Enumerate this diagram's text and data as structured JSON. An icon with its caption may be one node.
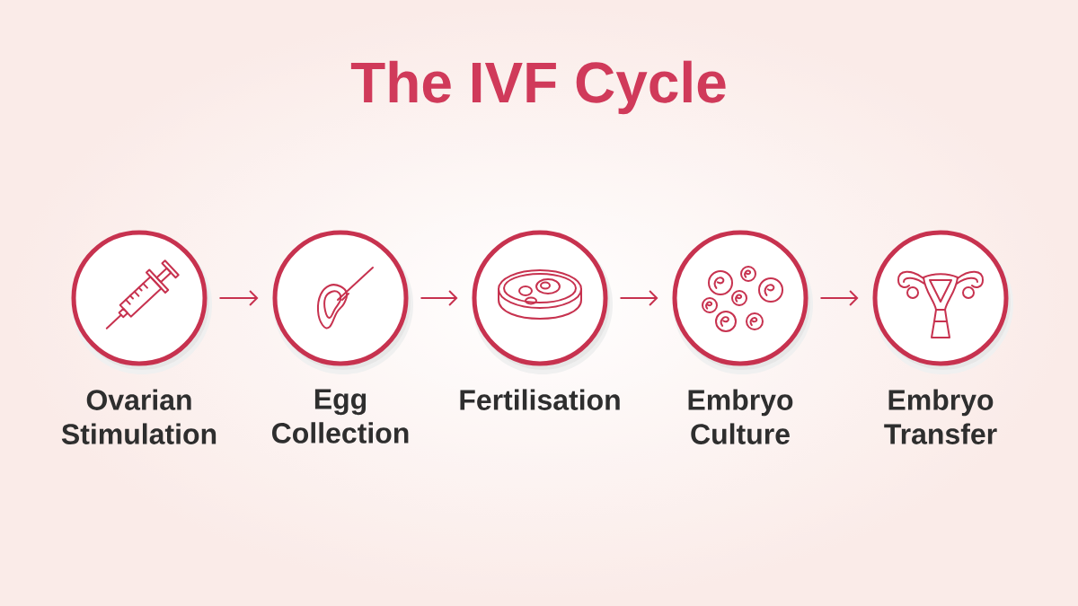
{
  "diagram": {
    "title": "The IVF Cycle",
    "nodes": [
      {
        "text": [
          "Ovarian Stimulation"
        ]
      },
      {
        "text": [
          "Egg Collection"
        ]
      },
      {
        "text": [
          "Fertilisation"
        ]
      },
      {
        "text": [
          "Embryo Culture"
        ]
      },
      {
        "text": [
          "Embryo Transfer"
        ]
      }
    ],
    "edges": [
      {
        "from": 0,
        "to": 1,
        "arrow": "to"
      },
      {
        "from": 1,
        "to": 2,
        "arrow": "to"
      },
      {
        "from": 2,
        "to": 3,
        "arrow": "to"
      },
      {
        "from": 3,
        "to": 4,
        "arrow": "to"
      }
    ]
  }
}
